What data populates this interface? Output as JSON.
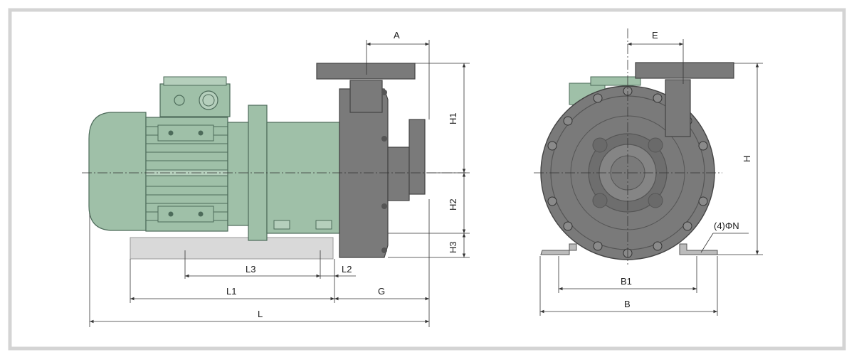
{
  "colors": {
    "frame": "#d4d4d4",
    "motor": "#9fc0a8",
    "motor_dark": "#6f9680",
    "pump": "#7a7a7a",
    "pump_dark": "#555555",
    "base": "#d9d9d9",
    "line": "#333333"
  },
  "labels": {
    "A": "A",
    "E": "E",
    "H": "H",
    "H1": "H1",
    "H2": "H2",
    "H3": "H3",
    "L": "L",
    "L1": "L1",
    "L2": "L2",
    "L3": "L3",
    "G": "G",
    "B": "B",
    "B1": "B1",
    "N": "(4)ΦN"
  }
}
